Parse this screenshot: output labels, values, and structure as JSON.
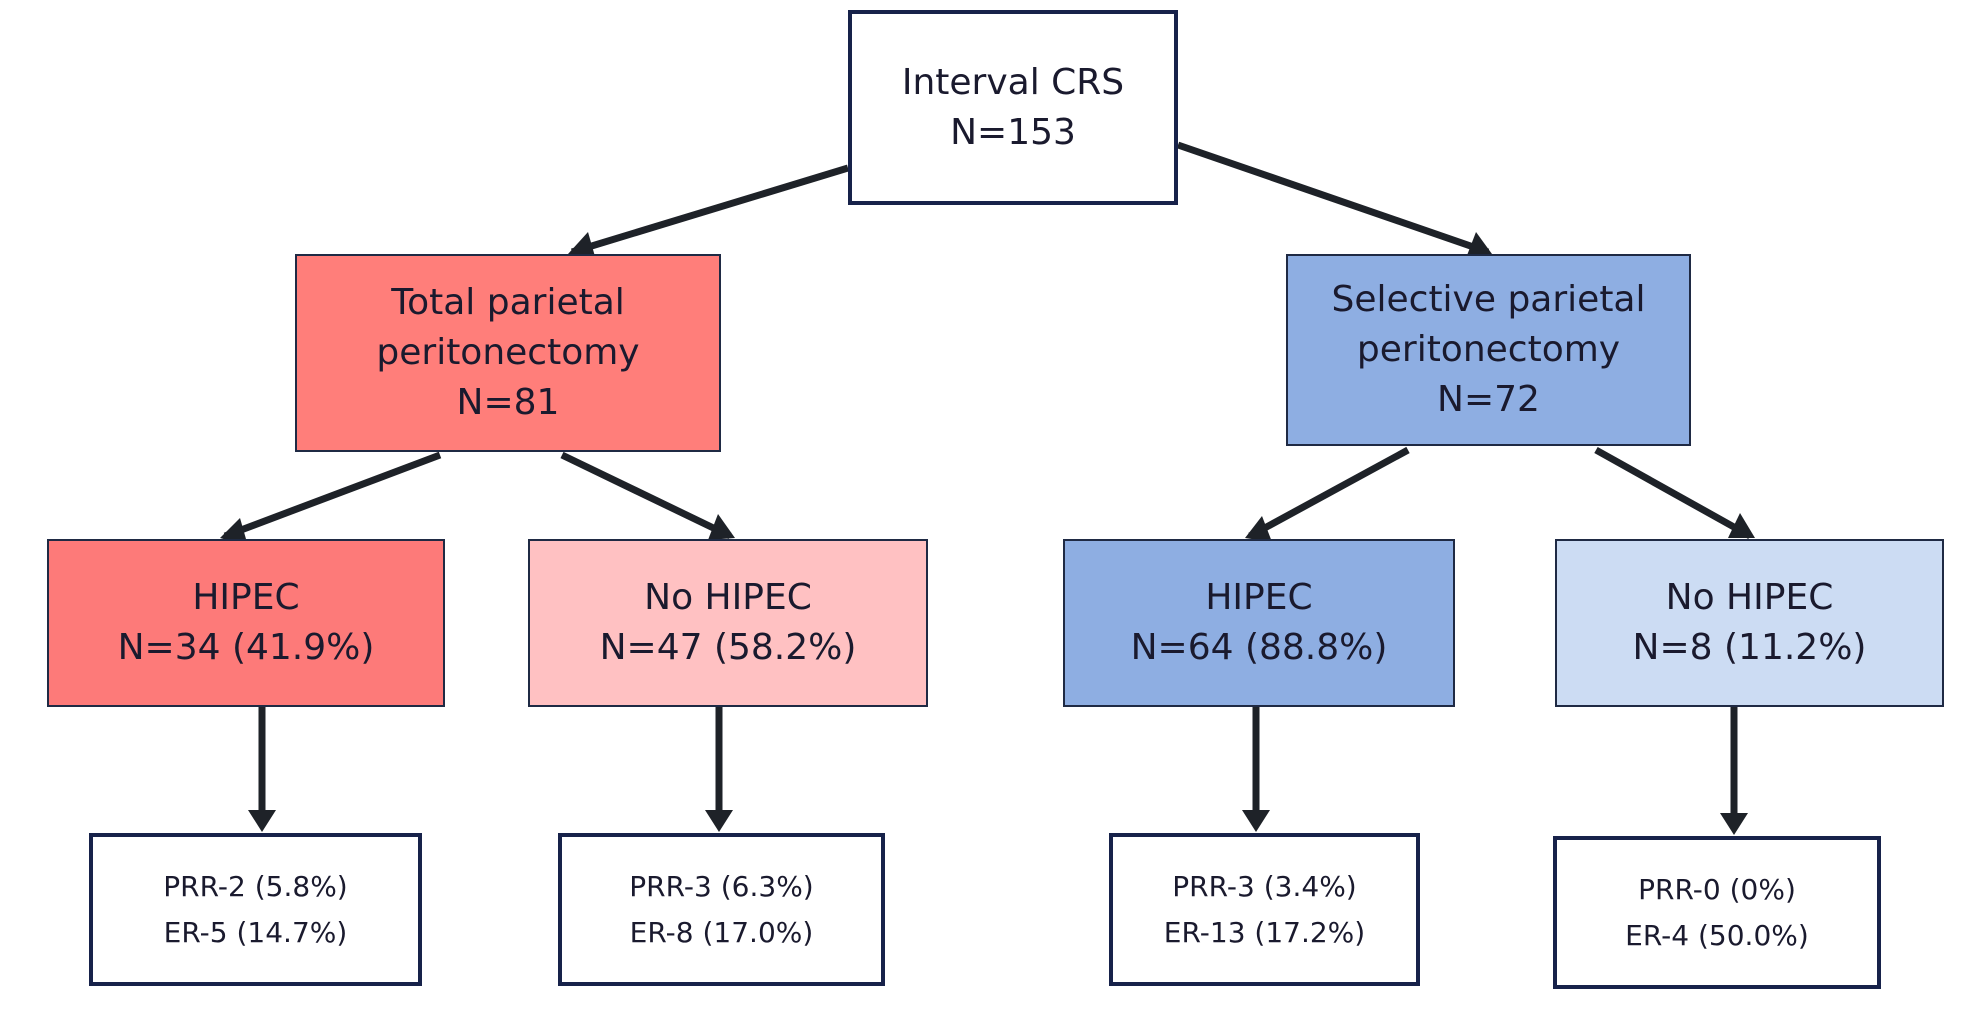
{
  "root": {
    "line1": "Interval CRS",
    "line2": "N=153"
  },
  "total_parietal": {
    "line1": "Total parietal",
    "line2": "peritonectomy",
    "line3": "N=81",
    "hipec": {
      "line1": "HIPEC",
      "line2": "N=34 (41.9%)",
      "outcome": {
        "line1": "PRR-2 (5.8%)",
        "line2": "ER-5 (14.7%)"
      }
    },
    "no_hipec": {
      "line1": "No HIPEC",
      "line2": "N=47 (58.2%)",
      "outcome": {
        "line1": "PRR-3 (6.3%)",
        "line2": "ER-8 (17.0%)"
      }
    }
  },
  "selective_parietal": {
    "line1": "Selective parietal",
    "line2": "peritonectomy",
    "line3": "N=72",
    "hipec": {
      "line1": "HIPEC",
      "line2": "N=64 (88.8%)",
      "outcome": {
        "line1": "PRR-3 (3.4%)",
        "line2": "ER-13 (17.2%)"
      }
    },
    "no_hipec": {
      "line1": "No HIPEC",
      "line2": "N=8 (11.2%)",
      "outcome": {
        "line1": "PRR-0 (0%)",
        "line2": "ER-4 (50.0%)"
      }
    }
  },
  "colors": {
    "border": "#1f2a44",
    "arrow": "#1e2228",
    "total_parietal": "#ff7e7a",
    "total_hipec": "#fd7a79",
    "total_no_hipec": "#ffc1c2",
    "selective_parietal": "#8eaee2",
    "selective_hipec": "#8eaee2",
    "selective_no_hipec": "#ccdcf3"
  }
}
